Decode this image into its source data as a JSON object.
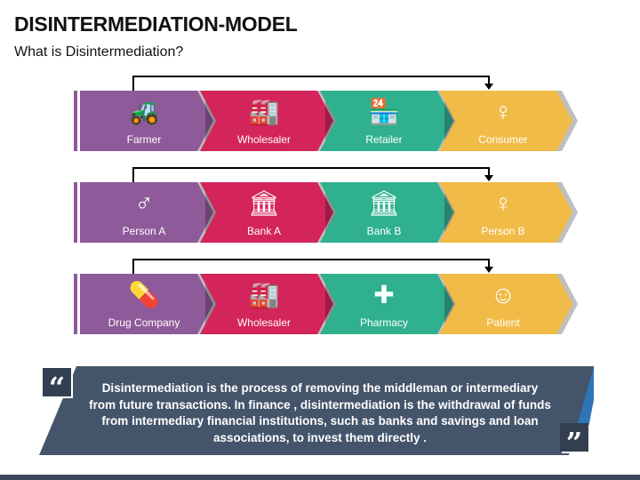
{
  "header": {
    "title": "DISINTERMEDIATION-MODEL",
    "subtitle": "What is Disintermediation?"
  },
  "colors": {
    "purple": "#8e5a9a",
    "red": "#d3255b",
    "green": "#2fb08f",
    "yellow": "#f0bb47",
    "dark": "#44546a"
  },
  "rows": [
    {
      "steps": [
        {
          "label": "Farmer",
          "icon": "tractor-icon"
        },
        {
          "label": "Wholesaler",
          "icon": "warehouse-truck-icon"
        },
        {
          "label": "Retailer",
          "icon": "store-icon"
        },
        {
          "label": "Consumer",
          "icon": "woman-shopping-icon"
        }
      ]
    },
    {
      "steps": [
        {
          "label": "Person A",
          "icon": "man-icon"
        },
        {
          "label": "Bank A",
          "icon": "bank-icon"
        },
        {
          "label": "Bank B",
          "icon": "bank-icon"
        },
        {
          "label": "Person B",
          "icon": "woman-icon"
        }
      ]
    },
    {
      "steps": [
        {
          "label": "Drug Company",
          "icon": "medicine-bottle-icon"
        },
        {
          "label": "Wholesaler",
          "icon": "warehouse-truck-icon"
        },
        {
          "label": "Pharmacy",
          "icon": "pharmacy-icon"
        },
        {
          "label": "Patient",
          "icon": "patient-icon"
        }
      ]
    }
  ],
  "quote": {
    "text": "Disintermediation is the process of removing the middleman or intermediary from future transactions. In finance , disintermediation is the withdrawal of funds from intermediary financial institutions, such as banks and savings and loan associations, to invest them directly .",
    "open": "“",
    "close": "”"
  }
}
